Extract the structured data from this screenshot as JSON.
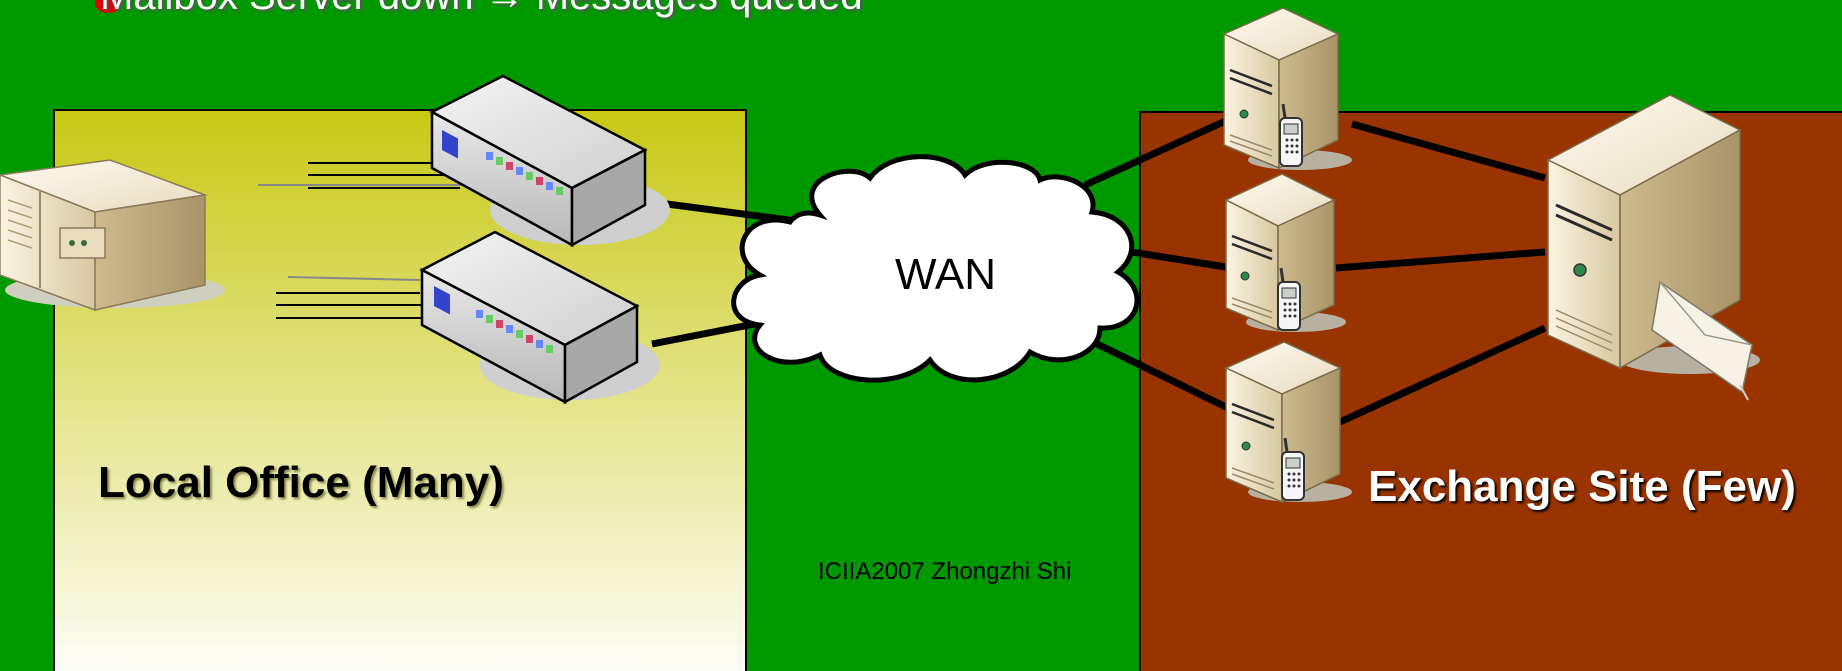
{
  "slide": {
    "bullet_text": "Mailbox Server down → Messages queued",
    "wan_label": "WAN",
    "local_office_label": "Local Office (Many)",
    "exchange_site_label": "Exchange Site (Few)",
    "footer": "ICIIA2007 Zhongzhi Shi"
  },
  "colors": {
    "background": "#009900",
    "local_office_top": "#c8c814",
    "local_office_bottom": "#ffffff",
    "exchange_site": "#993300",
    "bullet": "#e00000"
  },
  "icons": [
    "hub-icon",
    "hub-icon",
    "mainframe-icon",
    "server-with-phone-icon",
    "server-with-phone-icon",
    "server-with-phone-icon",
    "mail-server-icon",
    "envelope-icon",
    "cloud-icon"
  ]
}
